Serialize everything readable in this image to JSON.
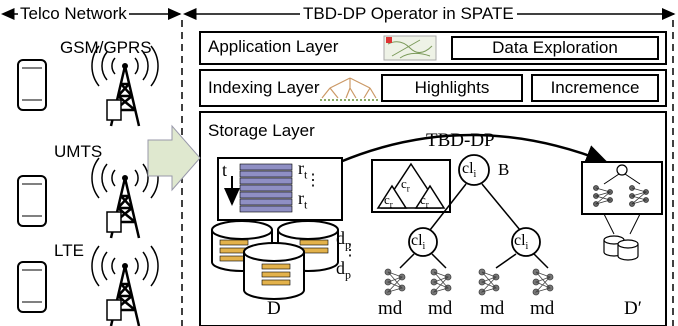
{
  "header": {
    "telco_network": "Telco Network",
    "operator": "TBD-DP Operator in SPATE"
  },
  "networks": [
    "GSM/GPRS",
    "UMTS",
    "LTE"
  ],
  "layers": {
    "application": {
      "label": "Application Layer",
      "box": "Data Exploration"
    },
    "indexing": {
      "label": "Indexing Layer",
      "box1": "Highlights",
      "box2": "Incremence"
    },
    "storage": {
      "label": "Storage Layer"
    }
  },
  "storage": {
    "tbd_dp": "TBD-DP",
    "stack_t": "t",
    "stack_r_top": "r",
    "stack_r_bottom": "r",
    "stack_sub": "t",
    "stack_dots": "⋮",
    "dp_top": "d",
    "dp_bottom": "d",
    "dp_sub": "p",
    "dp_dots": "⋮",
    "D": "D",
    "D_prime": "D′",
    "B": "B",
    "cl": "cl",
    "cl_sub": "i",
    "cr": "c",
    "cr_sub": "r",
    "md": "md"
  }
}
